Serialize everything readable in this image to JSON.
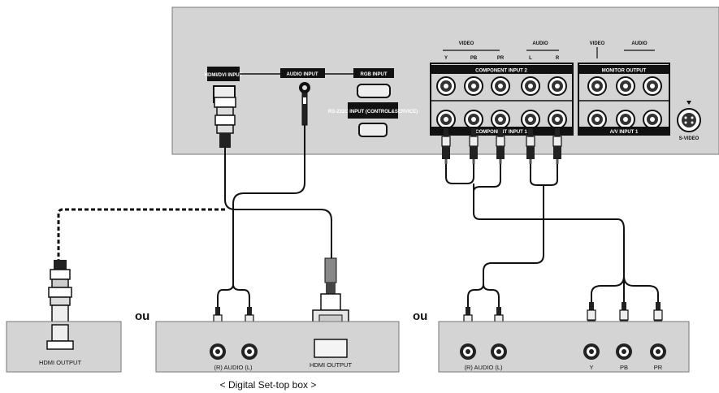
{
  "panel": {
    "left_labels": {
      "hdmi_input": "HDMI/DVI INPUT",
      "audio_input": "AUDIO INPUT",
      "rgb_input": "RGB INPUT",
      "rs232c_input": "RS-232C INPUT (CONTROL&SERVICE)"
    },
    "video_label": "VIDEO",
    "audio_label": "AUDIO",
    "video_sublabels": [
      "Y",
      "PB",
      "PR"
    ],
    "audio_sublabels": [
      "L",
      "R"
    ],
    "component_input_2": "COMPONENT INPUT 2",
    "component_input_1": "COMPONENT INPUT 1",
    "monitor_output": "MONITOR OUTPUT",
    "mon_video_label": "VIDEO",
    "mon_audio_label": "AUDIO",
    "av_input_1": "A/V INPUT 1",
    "s_video": "S-VIDEO"
  },
  "word_or": "ou",
  "device1": {
    "label": "HDMI OUTPUT"
  },
  "device2": {
    "audio_label": "(R) AUDIO (L)",
    "hdmi_label": "HDMI OUTPUT"
  },
  "device3": {
    "audio_label": "(R) AUDIO (L)",
    "y_label": "Y",
    "pb_label": "PB",
    "pr_label": "PR"
  },
  "caption": "< Digital Set-top box >"
}
